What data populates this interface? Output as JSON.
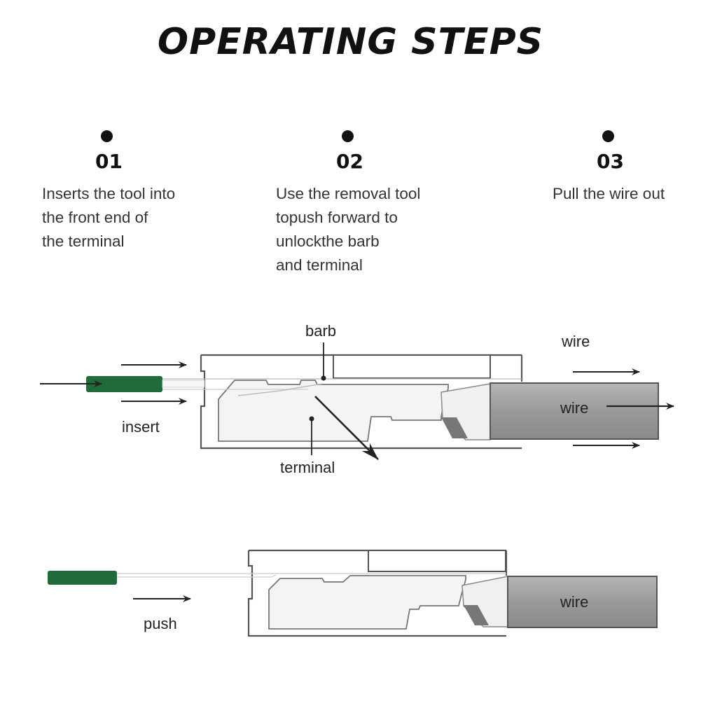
{
  "title": "OPERATING STEPS",
  "steps": [
    {
      "number": "01",
      "lines": [
        "Inserts the tool into",
        "the front end of",
        "the terminal"
      ]
    },
    {
      "number": "02",
      "lines": [
        "Use the removal tool",
        "topush forward to",
        "unlockthe barb",
        "and terminal"
      ]
    },
    {
      "number": "03",
      "lines": [
        "Pull the wire out"
      ]
    }
  ],
  "labels": {
    "barb": "barb",
    "wire_top": "wire",
    "wire_in_top": "wire",
    "insert": "insert",
    "terminal": "terminal",
    "push": "push",
    "wire_bottom": "wire"
  },
  "colors": {
    "tool_green": "#1f6b3a",
    "wire_gray": "#999999",
    "housing_stroke": "#555555",
    "arrow": "#222222"
  }
}
